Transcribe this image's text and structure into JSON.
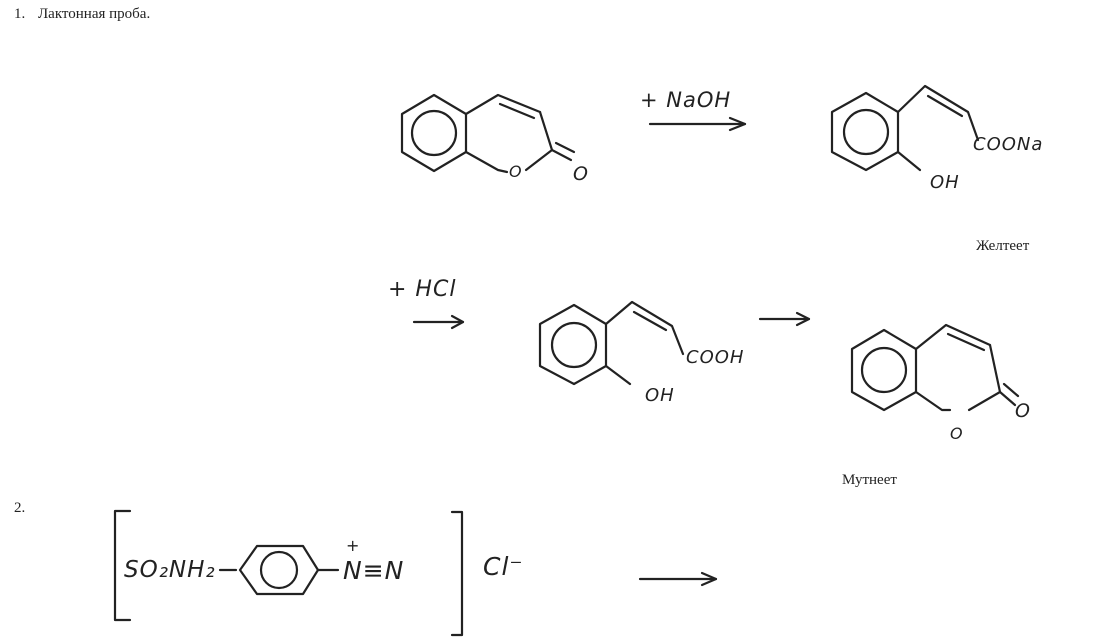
{
  "item1": {
    "number": "1.",
    "title": "Лактонная проба."
  },
  "step1": {
    "reagent": "+ NaOH",
    "substituent_salt": "COONa",
    "substituent_oh": "OH",
    "ring_o": "O",
    "carbonyl_o": "O"
  },
  "label_yellow": "Желтеет",
  "step2": {
    "reagent": "+ HCl",
    "substituent_acid": "COOH",
    "substituent_oh": "OH",
    "ring_o": "O",
    "carbonyl_o": "O"
  },
  "label_turbid": "Мутнеет",
  "item2": {
    "number": "2.",
    "sulfonamide": "SO₂NH₂",
    "diazo": "N≡N",
    "plus": "+",
    "counterion": "Cl⁻"
  }
}
